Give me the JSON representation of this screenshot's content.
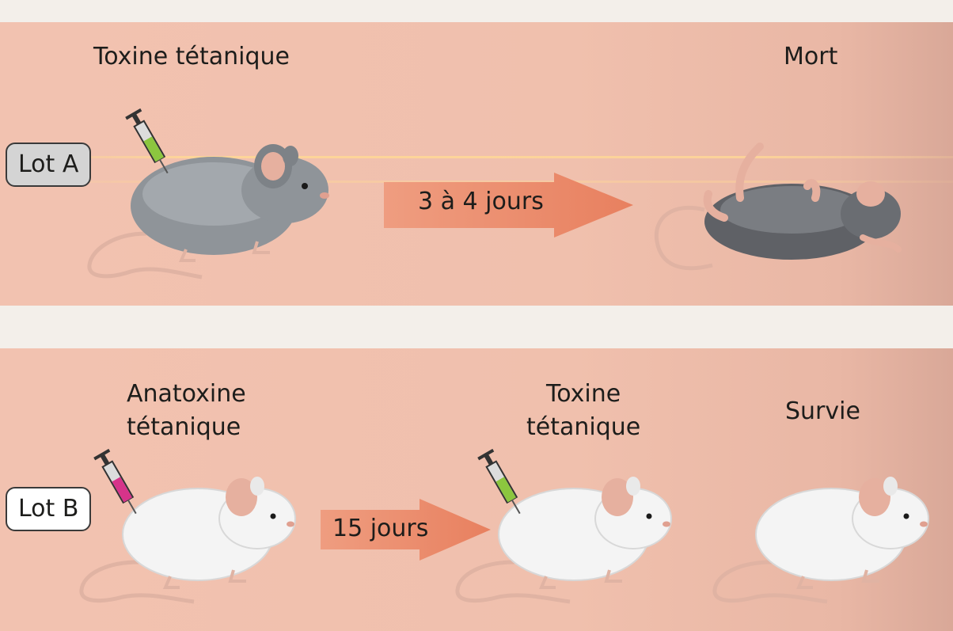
{
  "lot_a": {
    "tag": "Lot A",
    "injection_label": "Toxine tétanique",
    "delay_label": "3 à 4 jours",
    "outcome_label": "Mort"
  },
  "lot_b": {
    "tag": "Lot B",
    "first_injection_label": [
      "Anatoxine",
      "tétanique"
    ],
    "delay_label": "15 jours",
    "second_injection_label": [
      "Toxine",
      "tétanique"
    ],
    "outcome_label": "Survie"
  },
  "colors": {
    "band": "#f0c0ad",
    "arrow": "#ec8a6c",
    "grey_mouse": "#8f9499",
    "white_mouse": "#f4f4f4",
    "toxin_liquid": "#8cc63f",
    "anatoxin_liquid": "#d6338a"
  },
  "icons": [
    "syringe-icon",
    "mouse-icon",
    "dead-mouse-icon",
    "arrow-icon"
  ]
}
